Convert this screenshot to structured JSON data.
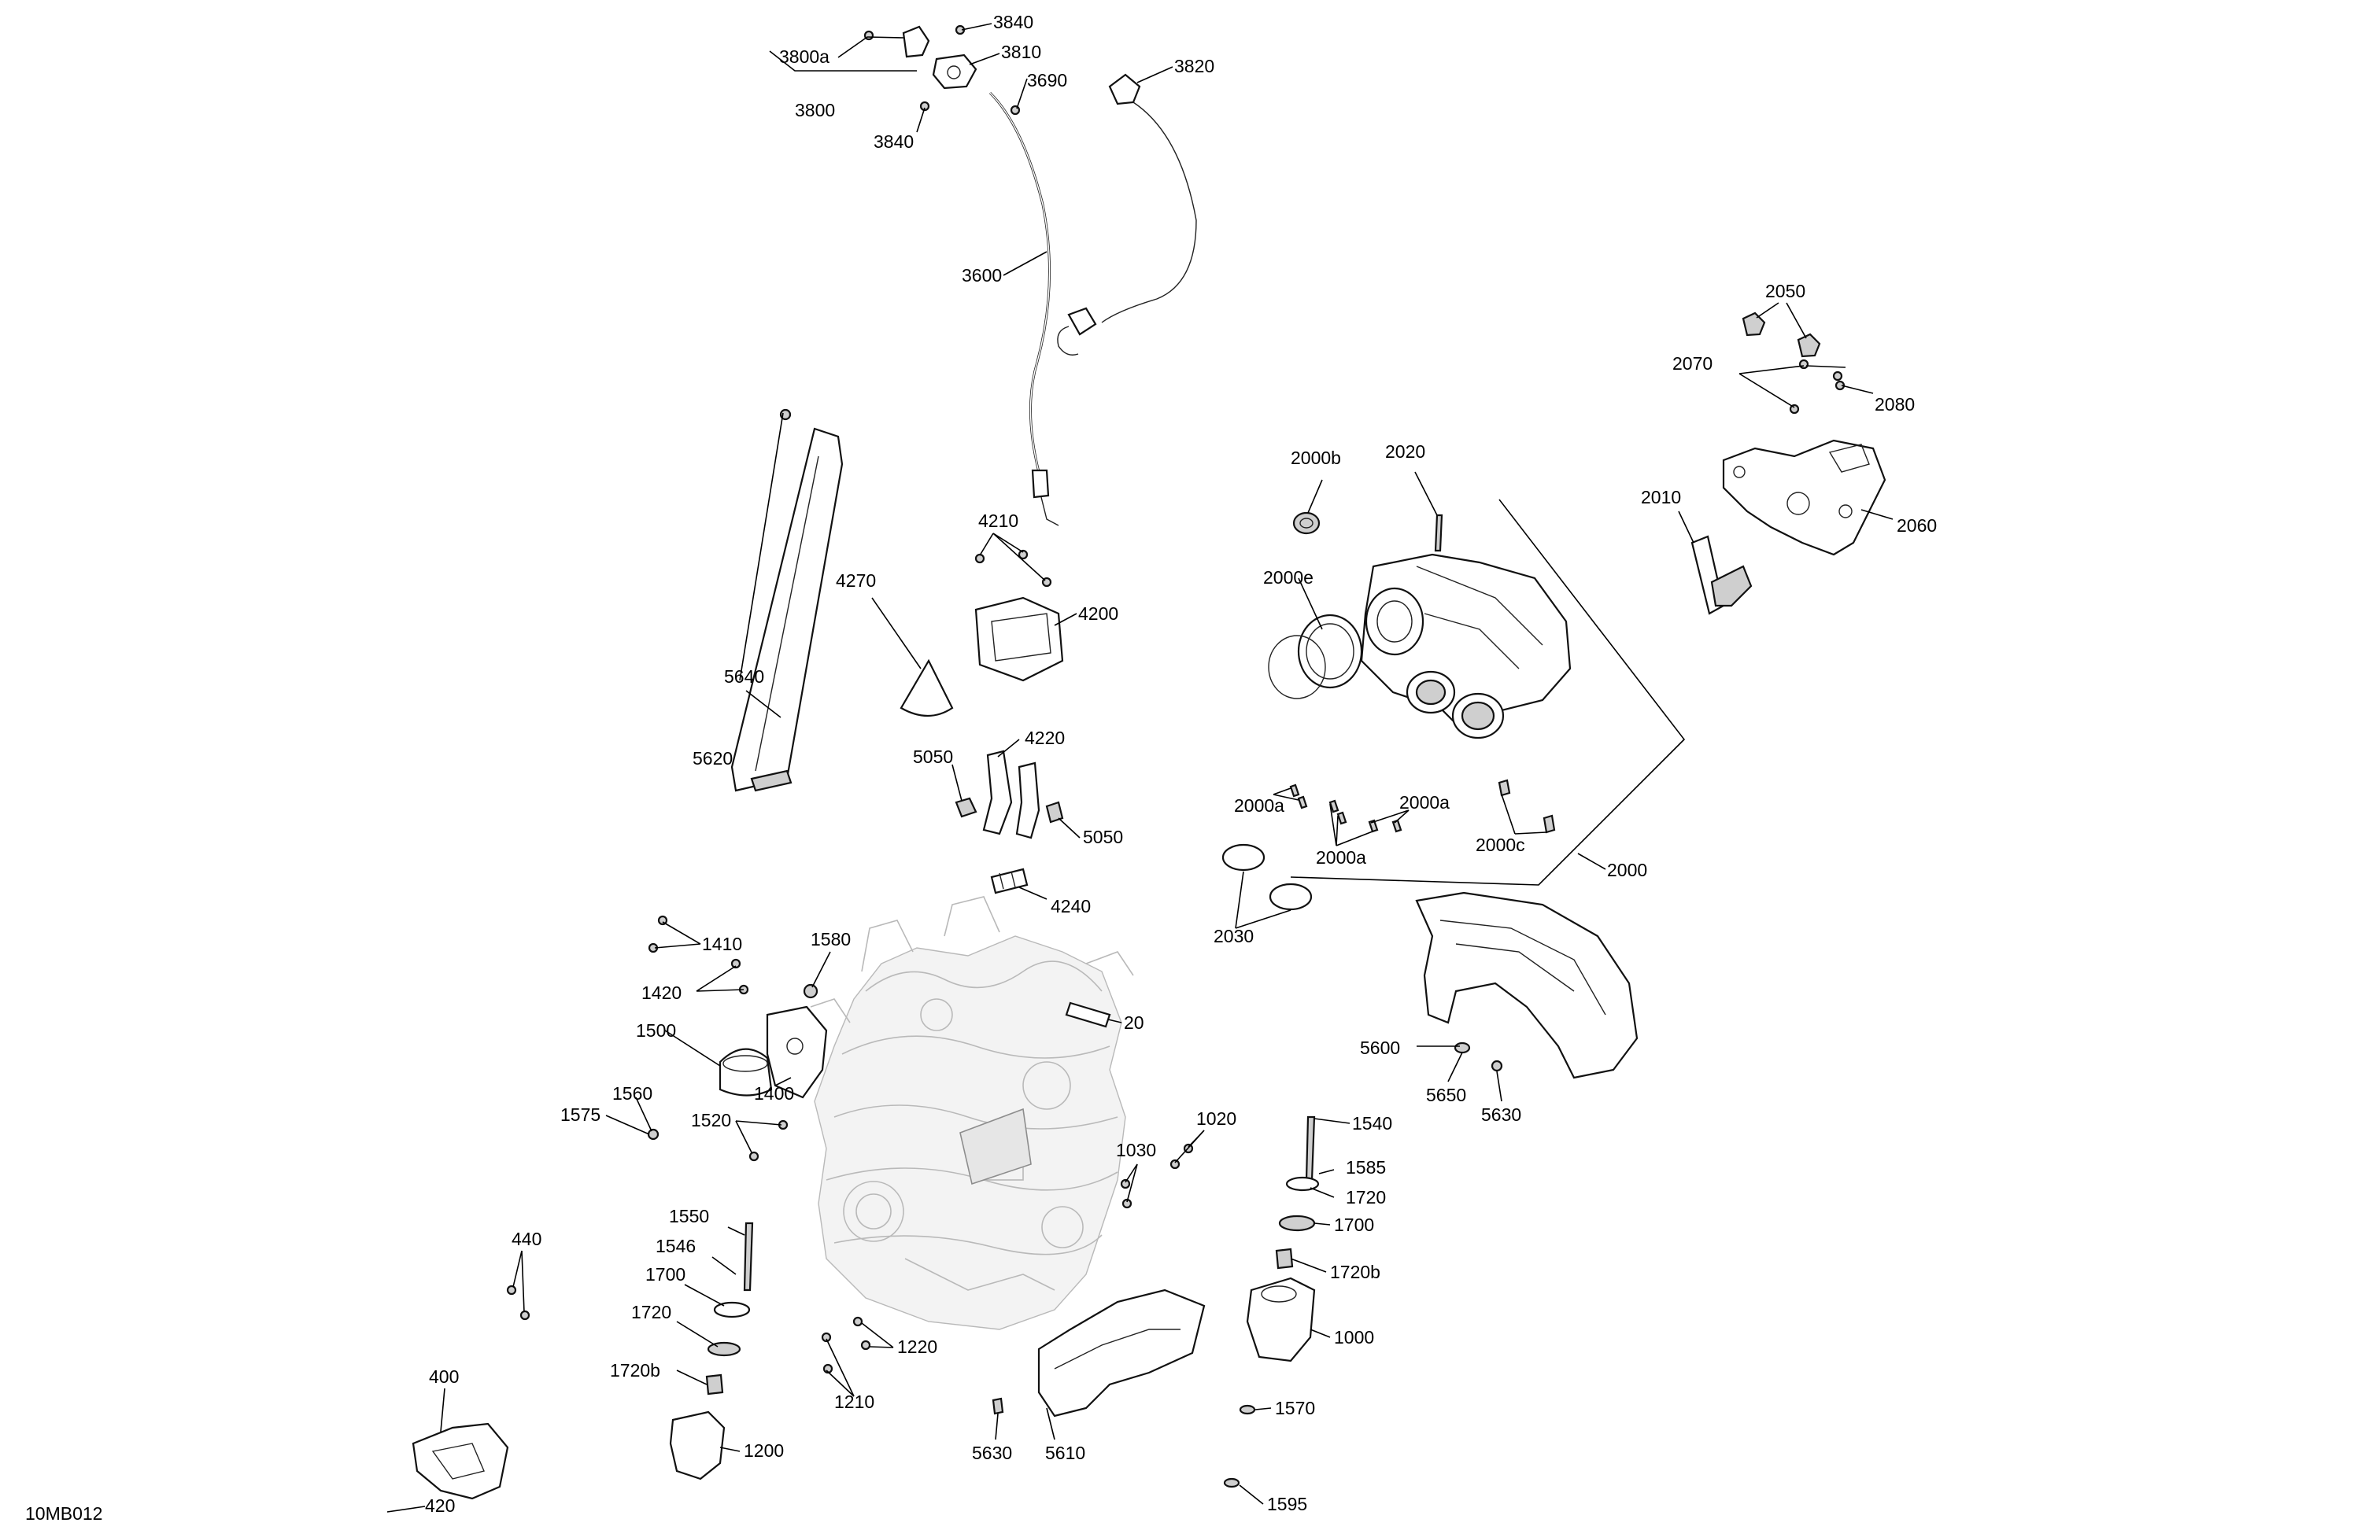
{
  "diagram": {
    "figure_code": "10MB012",
    "parts": [
      {
        "id": "p3840a",
        "label": "3840"
      },
      {
        "id": "p3800a",
        "label": "3800a"
      },
      {
        "id": "p3810",
        "label": "3810"
      },
      {
        "id": "p3690",
        "label": "3690"
      },
      {
        "id": "p3820",
        "label": "3820"
      },
      {
        "id": "p3800",
        "label": "3800"
      },
      {
        "id": "p3840b",
        "label": "3840"
      },
      {
        "id": "p3600",
        "label": "3600"
      },
      {
        "id": "p2050",
        "label": "2050"
      },
      {
        "id": "p2070",
        "label": "2070"
      },
      {
        "id": "p2080",
        "label": "2080"
      },
      {
        "id": "p2000b",
        "label": "2000b"
      },
      {
        "id": "p2020",
        "label": "2020"
      },
      {
        "id": "p2010",
        "label": "2010"
      },
      {
        "id": "p2060",
        "label": "2060"
      },
      {
        "id": "p4210",
        "label": "4210"
      },
      {
        "id": "p4270",
        "label": "4270"
      },
      {
        "id": "p4200",
        "label": "4200"
      },
      {
        "id": "p2000e",
        "label": "2000e"
      },
      {
        "id": "p5640",
        "label": "5640"
      },
      {
        "id": "p4220",
        "label": "4220"
      },
      {
        "id": "p5620",
        "label": "5620"
      },
      {
        "id": "p5050a",
        "label": "5050"
      },
      {
        "id": "p2000a1",
        "label": "2000a"
      },
      {
        "id": "p2000a2",
        "label": "2000a"
      },
      {
        "id": "p5050b",
        "label": "5050"
      },
      {
        "id": "p2000c",
        "label": "2000c"
      },
      {
        "id": "p2000a3",
        "label": "2000a"
      },
      {
        "id": "p2000",
        "label": "2000"
      },
      {
        "id": "p4240",
        "label": "4240"
      },
      {
        "id": "p2030",
        "label": "2030"
      },
      {
        "id": "p1410",
        "label": "1410"
      },
      {
        "id": "p1580",
        "label": "1580"
      },
      {
        "id": "p1420",
        "label": "1420"
      },
      {
        "id": "p20",
        "label": "20"
      },
      {
        "id": "p1500",
        "label": "1500"
      },
      {
        "id": "p5600",
        "label": "5600"
      },
      {
        "id": "p1400",
        "label": "1400"
      },
      {
        "id": "p5650",
        "label": "5650"
      },
      {
        "id": "p1560",
        "label": "1560"
      },
      {
        "id": "p5630a",
        "label": "5630"
      },
      {
        "id": "p1575",
        "label": "1575"
      },
      {
        "id": "p1520",
        "label": "1520"
      },
      {
        "id": "p1540",
        "label": "1540"
      },
      {
        "id": "p1020",
        "label": "1020"
      },
      {
        "id": "p1030",
        "label": "1030"
      },
      {
        "id": "p1585",
        "label": "1585"
      },
      {
        "id": "p1720a",
        "label": "1720"
      },
      {
        "id": "p1700a",
        "label": "1700"
      },
      {
        "id": "p1550",
        "label": "1550"
      },
      {
        "id": "p440",
        "label": "440"
      },
      {
        "id": "p1546",
        "label": "1546"
      },
      {
        "id": "p1720b1",
        "label": "1720b"
      },
      {
        "id": "p1700b",
        "label": "1700"
      },
      {
        "id": "p1720c",
        "label": "1720"
      },
      {
        "id": "p1000",
        "label": "1000"
      },
      {
        "id": "p1220",
        "label": "1220"
      },
      {
        "id": "p400",
        "label": "400"
      },
      {
        "id": "p1720b2",
        "label": "1720b"
      },
      {
        "id": "p1210",
        "label": "1210"
      },
      {
        "id": "p1570",
        "label": "1570"
      },
      {
        "id": "p1200",
        "label": "1200"
      },
      {
        "id": "p5630b",
        "label": "5630"
      },
      {
        "id": "p5610",
        "label": "5610"
      },
      {
        "id": "p1595",
        "label": "1595"
      },
      {
        "id": "p420",
        "label": "420"
      }
    ]
  }
}
